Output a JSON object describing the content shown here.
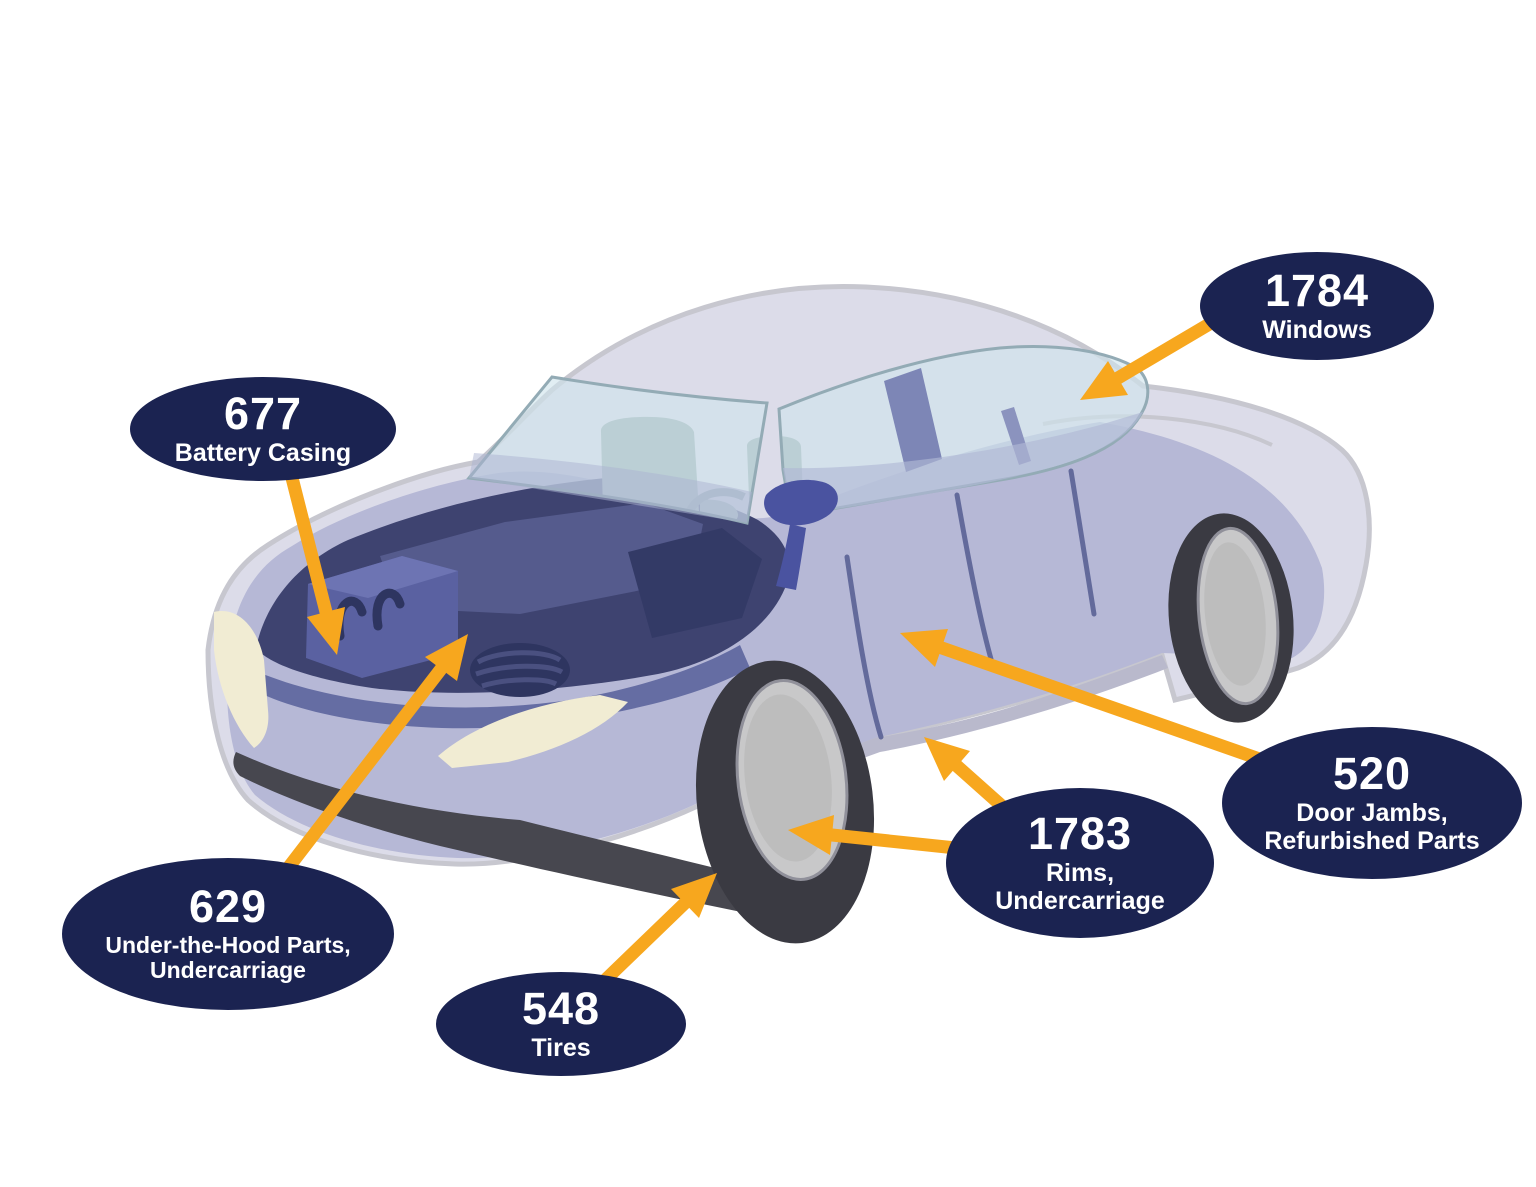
{
  "figure": {
    "description": "Cutaway car illustration with part-count callouts",
    "callouts": [
      {
        "id": "windows",
        "value": "1784",
        "label": "Windows"
      },
      {
        "id": "battery",
        "value": "677",
        "label": "Battery Casing"
      },
      {
        "id": "door-jambs",
        "value": "520",
        "label": "Door Jambs,\nRefurbished Parts"
      },
      {
        "id": "rims",
        "value": "1783",
        "label": "Rims,\nUndercarriage"
      },
      {
        "id": "under-hood",
        "value": "629",
        "label": "Under-the-Hood Parts,\nUndercarriage"
      },
      {
        "id": "tires",
        "value": "548",
        "label": "Tires"
      }
    ]
  },
  "colors": {
    "bubble_fill": "#1b2351",
    "bubble_text": "#ffffff",
    "arrow": "#f7a71e",
    "car_ghost": "#dcdce9",
    "car_body": "#b6b8d6",
    "engine_bay": "#3e4370",
    "glass": "#cee4eb",
    "tire": "#3a3a42",
    "rim": "#c8c8c9"
  }
}
